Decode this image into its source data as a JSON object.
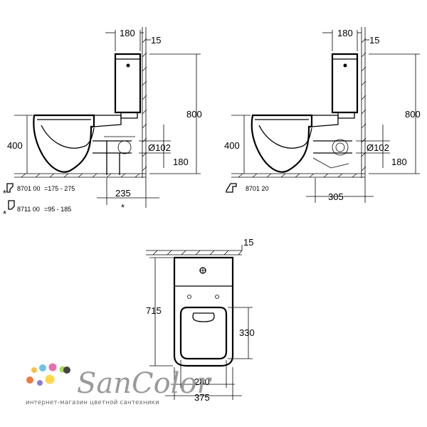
{
  "left_view": {
    "dims": {
      "tank_depth": "180",
      "wall_gap": "15",
      "total_height": "800",
      "seat_height": "400",
      "outlet_diameter": "Ø102",
      "outlet_height": "180",
      "outlet_offset": "235"
    },
    "parts": [
      {
        "code": "8701 00",
        "range": "=175 - 275"
      },
      {
        "code": "8711 00",
        "range": "=95 -  185"
      }
    ],
    "star": "*"
  },
  "right_view": {
    "dims": {
      "tank_depth": "180",
      "wall_gap": "15",
      "total_height": "800",
      "seat_height": "400",
      "outlet_diameter": "Ø102",
      "outlet_height": "180",
      "outlet_offset": "305"
    },
    "part": {
      "code": "8701 20"
    }
  },
  "top_view": {
    "dims": {
      "wall_gap": "15",
      "total_length": "715",
      "seat_opening": "330",
      "inner_width": "280",
      "outer_width": "375"
    }
  },
  "logo": {
    "brand": "SanColor",
    "tagline": "интернет-магазин цветной сантехники",
    "dot_colors": [
      "#f3c14a",
      "#6cc4e8",
      "#e86fb0",
      "#a7d957",
      "#f07b3f",
      "#8f7bd1",
      "#ffd84a"
    ]
  }
}
